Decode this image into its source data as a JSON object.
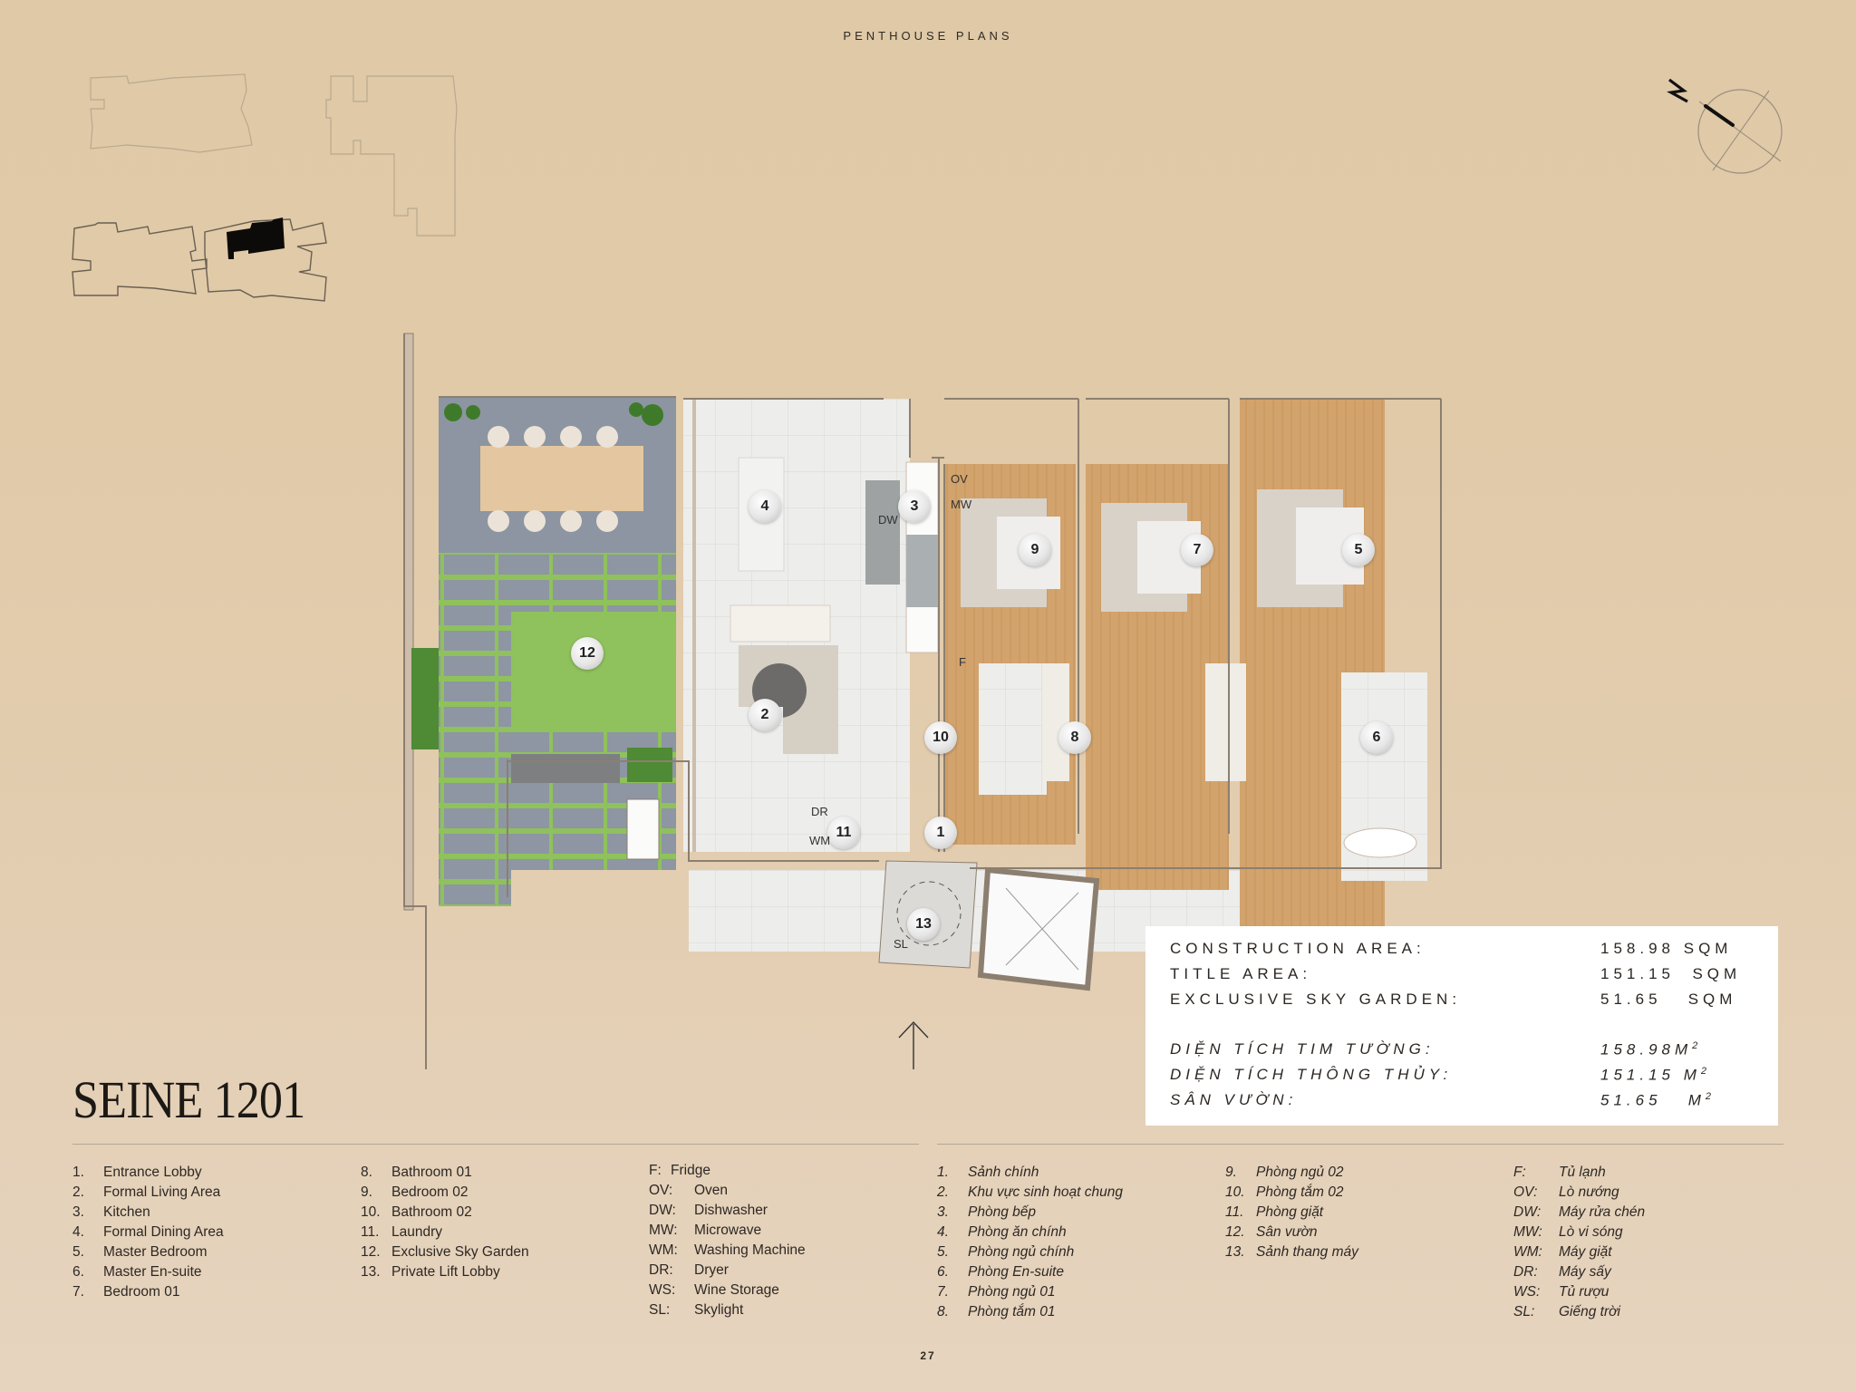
{
  "header": {
    "title": "PENTHOUSE PLANS"
  },
  "page_number": "27",
  "compass": {
    "label": "N",
    "icon": "north-arrow-icon"
  },
  "key_plan": {
    "highlighted_unit": "SEINE 1201",
    "icon": "site-key-plan"
  },
  "unit": {
    "name": "SEINE 1201"
  },
  "areas_en": [
    {
      "label": "CONSTRUCTION AREA:",
      "value": "158.98",
      "unit": "SQM"
    },
    {
      "label": "TITLE AREA:",
      "value": "151.15",
      "unit": "SQM"
    },
    {
      "label": "EXCLUSIVE SKY GARDEN:",
      "value": "51.65",
      "unit": "SQM"
    }
  ],
  "areas_vn": [
    {
      "label": "DIỆN TÍCH TIM TƯỜNG:",
      "value": "158.98",
      "unit": "M",
      "sup": "2"
    },
    {
      "label": "DIỆN TÍCH THÔNG THỦY:",
      "value": "151.15",
      "unit": "M",
      "sup": "2"
    },
    {
      "label": "SÂN VƯỜN:",
      "value": "51.65",
      "unit": "M",
      "sup": "2"
    }
  ],
  "plan": {
    "room_markers": [
      "1",
      "2",
      "3",
      "4",
      "5",
      "6",
      "7",
      "8",
      "9",
      "10",
      "11",
      "12",
      "13"
    ],
    "appliance_labels": [
      "OV",
      "MW",
      "DW",
      "F",
      "DR",
      "WM",
      "SL"
    ]
  },
  "legend_en": {
    "col1": [
      {
        "num": "1.",
        "label": "Entrance Lobby"
      },
      {
        "num": "2.",
        "label": "Formal Living Area"
      },
      {
        "num": "3.",
        "label": "Kitchen"
      },
      {
        "num": "4.",
        "label": "Formal Dining Area"
      },
      {
        "num": "5.",
        "label": "Master Bedroom"
      },
      {
        "num": "6.",
        "label": "Master En-suite"
      },
      {
        "num": "7.",
        "label": "Bedroom 01"
      }
    ],
    "col2": [
      {
        "num": "8.",
        "label": "Bathroom 01"
      },
      {
        "num": "9.",
        "label": "Bedroom 02"
      },
      {
        "num": "10.",
        "label": "Bathroom 02"
      },
      {
        "num": "11.",
        "label": "Laundry"
      },
      {
        "num": "12.",
        "label": "Exclusive Sky Garden"
      },
      {
        "num": "13.",
        "label": "Private Lift Lobby"
      }
    ],
    "abbr": [
      {
        "key": "F:",
        "label": "Fridge"
      },
      {
        "key": "OV:",
        "label": "Oven"
      },
      {
        "key": "DW:",
        "label": "Dishwasher"
      },
      {
        "key": "MW:",
        "label": "Microwave"
      },
      {
        "key": "WM:",
        "label": "Washing Machine"
      },
      {
        "key": "DR:",
        "label": "Dryer"
      },
      {
        "key": "WS:",
        "label": "Wine Storage"
      },
      {
        "key": "SL:",
        "label": "Skylight"
      }
    ]
  },
  "legend_vn": {
    "col1": [
      {
        "num": "1.",
        "label": "Sảnh chính"
      },
      {
        "num": "2.",
        "label": "Khu vực sinh hoạt chung"
      },
      {
        "num": "3.",
        "label": "Phòng bếp"
      },
      {
        "num": "4.",
        "label": "Phòng ăn chính"
      },
      {
        "num": "5.",
        "label": "Phòng ngủ chính"
      },
      {
        "num": "6.",
        "label": "Phòng En-suite"
      },
      {
        "num": "7.",
        "label": "Phòng ngủ 01"
      },
      {
        "num": "8.",
        "label": "Phòng tắm 01"
      }
    ],
    "col2": [
      {
        "num": "9.",
        "label": "Phòng ngủ 02"
      },
      {
        "num": "10.",
        "label": "Phòng tắm 02"
      },
      {
        "num": "11.",
        "label": "Phòng giặt"
      },
      {
        "num": "12.",
        "label": "Sân vườn"
      },
      {
        "num": "13.",
        "label": "Sảnh thang máy"
      }
    ],
    "abbr": [
      {
        "key": "F:",
        "label": "Tủ lạnh"
      },
      {
        "key": "OV:",
        "label": "Lò nướng"
      },
      {
        "key": "DW:",
        "label": "Máy rửa chén"
      },
      {
        "key": "MW:",
        "label": "Lò vi sóng"
      },
      {
        "key": "WM:",
        "label": "Máy giặt"
      },
      {
        "key": "DR:",
        "label": "Máy sấy"
      },
      {
        "key": "WS:",
        "label": "Tủ rượu"
      },
      {
        "key": "SL:",
        "label": "Giếng trời"
      }
    ]
  },
  "colors": {
    "background": "#e0caa8",
    "wall": "#cfbfae",
    "wood_floor": "#d3a46e",
    "garden_grass": "#8fc15c",
    "paving": "#8e97a4",
    "marble": "#ececea",
    "text": "#2b2622"
  }
}
